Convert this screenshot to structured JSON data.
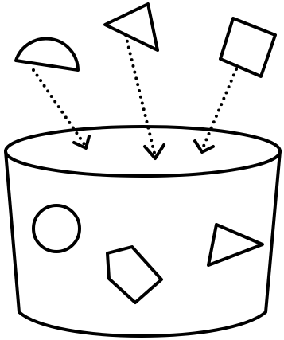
{
  "colors": {
    "ink": "#000000",
    "background": "#ffffff"
  },
  "figure": {
    "falling_shapes": [
      "half-circle",
      "triangle",
      "square"
    ],
    "bucket_shapes": [
      "circle",
      "pentagon",
      "triangle"
    ],
    "arrows": [
      "half-circle-arrow",
      "triangle-arrow",
      "square-arrow"
    ],
    "arrow_style": "dotted"
  }
}
